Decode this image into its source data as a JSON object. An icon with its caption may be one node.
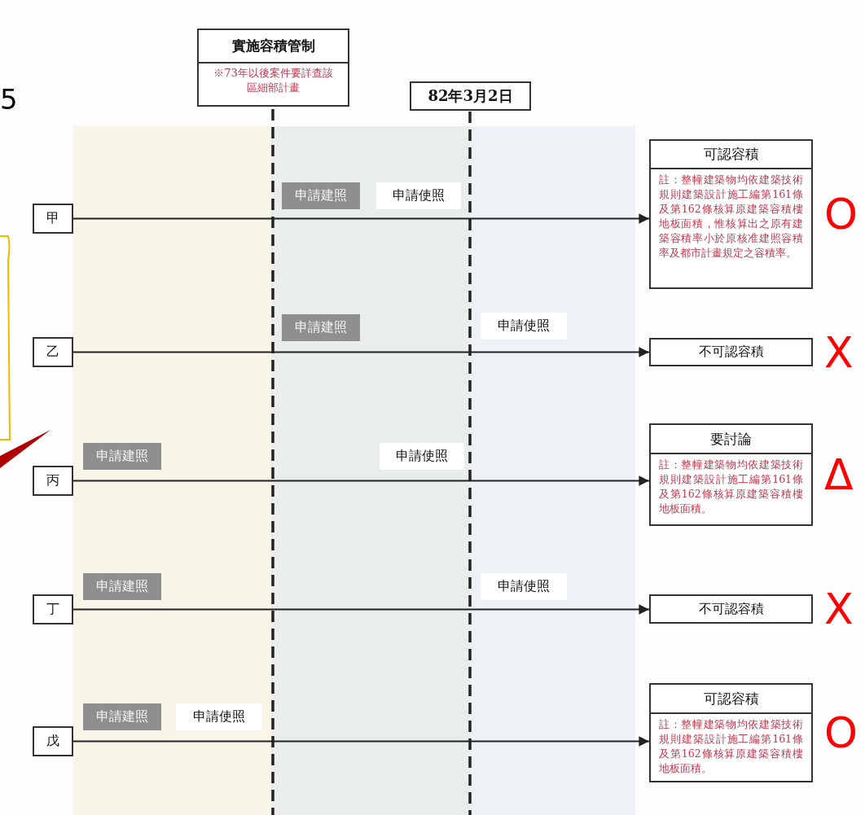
{
  "diagram": {
    "nodes": [
      {
        "text": [
          "實施容積管制",
          "※73年以後案件要詳查該區細部計畫"
        ]
      },
      {
        "text": [
          "82年3月2日"
        ]
      },
      {
        "text": [
          "甲"
        ]
      },
      {
        "text": [
          "乙"
        ]
      },
      {
        "text": [
          "丙"
        ]
      },
      {
        "text": [
          "丁"
        ]
      },
      {
        "text": [
          "戊"
        ]
      },
      {
        "text": [
          "可認容積",
          "註：整幢建築物均依建築技術規則建築設計施工編第161條及第162條核算原建築容積樓地板面積，惟核算出之原有建築容積率小於原核准建照容積率及都市計畫規定之容積率。"
        ],
        "beside": [
          "O"
        ]
      },
      {
        "text": [
          "不可認容積"
        ],
        "beside": [
          "X"
        ]
      },
      {
        "text": [
          "要討論",
          "註：整幢建築物均依建築技術規則建築設計施工編第161條及第162條核算原建築容積樓地板面積。"
        ],
        "beside": [
          "Δ"
        ]
      },
      {
        "text": [
          "不可認容積"
        ],
        "beside": [
          "X"
        ]
      },
      {
        "text": [
          "可認容積",
          "註：整幢建築物均依建築技術規則建築設計施工編第161條及第162條核算原建築容積樓地板面積。"
        ],
        "beside": [
          "O"
        ]
      }
    ],
    "edges": [
      {
        "from": 2,
        "to": 7,
        "arrow": "to"
      },
      {
        "from": 3,
        "to": 8,
        "arrow": "to"
      },
      {
        "from": 4,
        "to": 9,
        "arrow": "to"
      },
      {
        "from": 5,
        "to": 10,
        "arrow": "to"
      },
      {
        "from": 6,
        "to": 11,
        "arrow": "to"
      }
    ],
    "labels": [
      "5",
      "申請建照",
      "申請使照",
      "申請建照",
      "申請使照",
      "申請建照",
      "申請使照",
      "申請建照",
      "申請使照",
      "申請建照",
      "申請使照"
    ]
  }
}
